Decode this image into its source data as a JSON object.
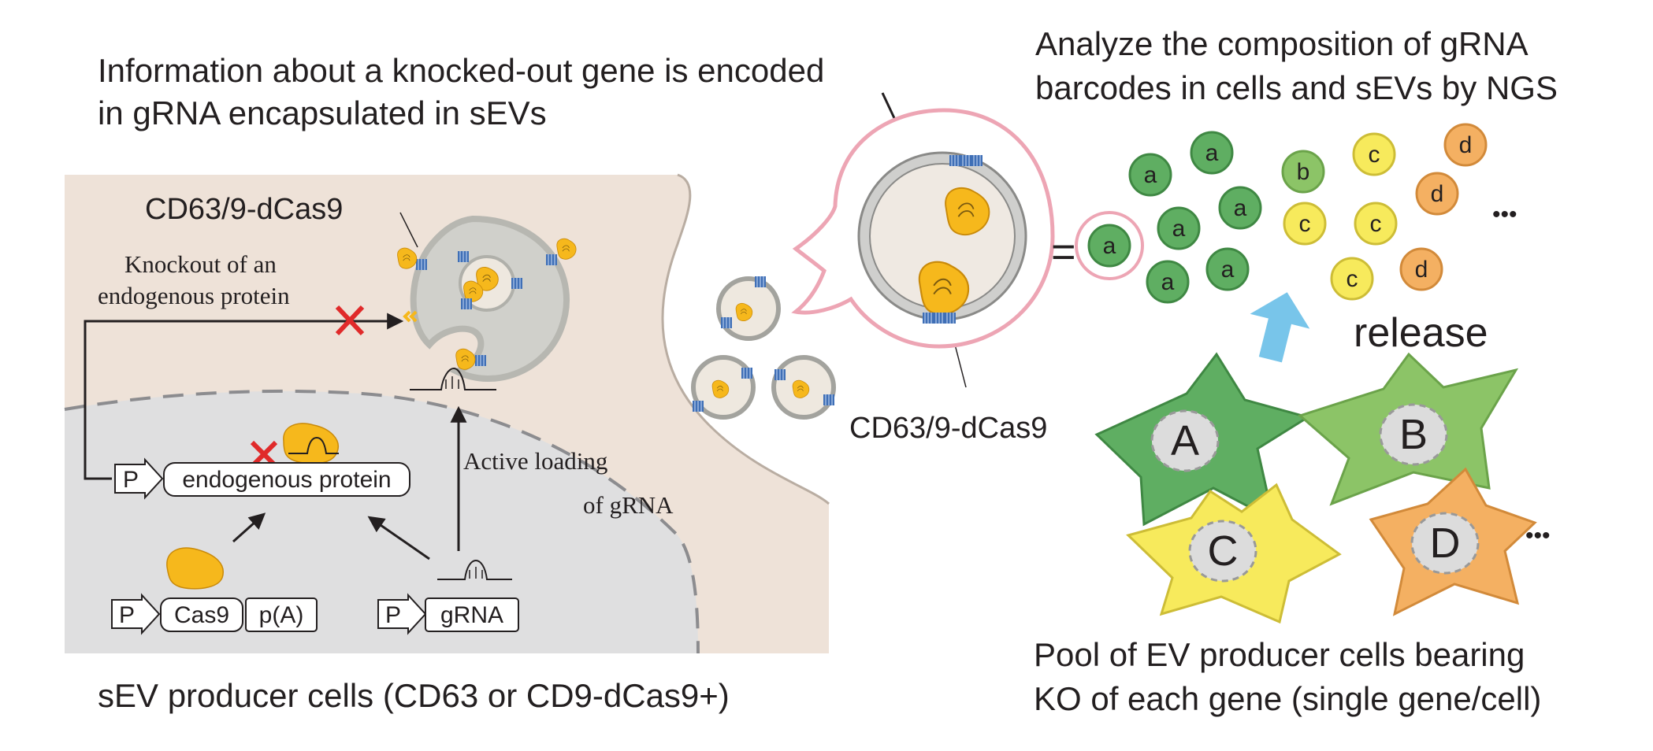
{
  "captions": {
    "top_left_line1": "Information about a knocked-out gene is encoded",
    "top_left_line2": "in gRNA encapsulated in sEVs",
    "top_right_line1": "Analyze the composition of gRNA",
    "top_right_line2": "barcodes in cells and sEVs by NGS",
    "bottom_left": "sEV producer cells (CD63 or CD9-dCas9+)",
    "bottom_right_line1": "Pool of EV producer cells bearing",
    "bottom_right_line2": "KO of each gene (single gene/cell)"
  },
  "labels": {
    "cd63_top": "CD63/9-dCas9",
    "cd63_bubble": "CD63/9-dCas9",
    "knockout_line1": "Knockout of an",
    "knockout_line2": "endogenous protein",
    "active_loading_line1": "Active loading",
    "active_loading_line2": "of gRNA",
    "release": "release",
    "equals": "="
  },
  "gene_boxes": {
    "promoter": "P",
    "endogenous": "endogenous protein",
    "cas9": "Cas9",
    "polya": "p(A)",
    "grna": "gRNA"
  },
  "evs": {
    "a": "a",
    "b": "b",
    "c": "c",
    "d": "d",
    "ellipsis": "•••"
  },
  "cells": {
    "A": "A",
    "B": "B",
    "C": "C",
    "D": "D",
    "ellipsis": "•••"
  },
  "colors": {
    "cytoplasm": "#eee2d8",
    "nucleus": "#dfdfe0",
    "cas9_orange": "#f6b81c",
    "cd63_blue": "#3f6fb6",
    "knockout_red": "#e02a2a",
    "bubble_pink": "#eda5b4",
    "release_arrow": "#78c5ea",
    "green_dark": "#5fae62",
    "green_light": "#8cc467",
    "yellow": "#f7ea5c",
    "orange": "#f4b062"
  }
}
